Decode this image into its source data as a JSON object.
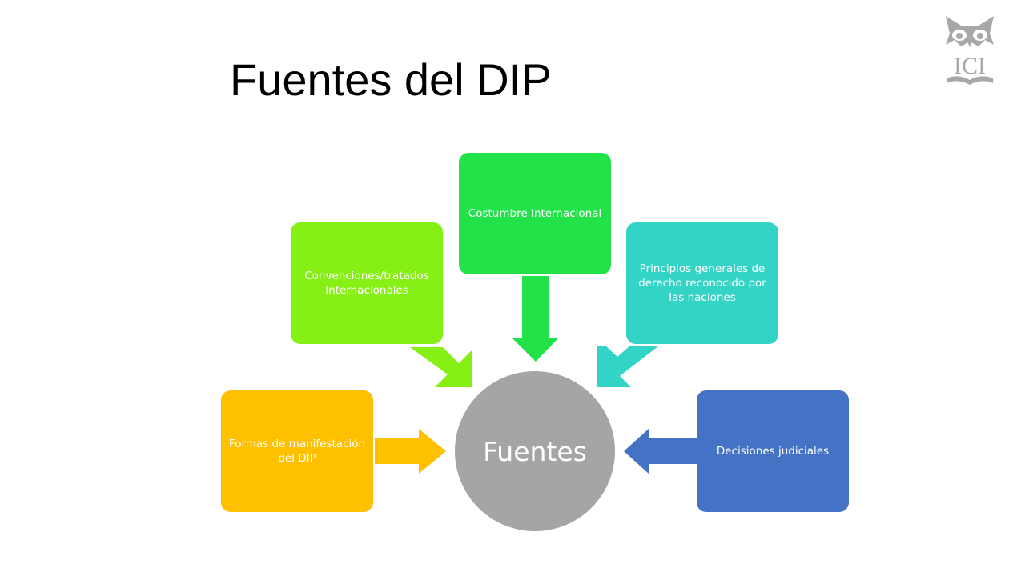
{
  "title": "Fuentes del DIP",
  "logo": {
    "text": "ICI",
    "icon": "owl-book-logo"
  },
  "diagram": {
    "center": "Fuentes",
    "sources": [
      {
        "label": "Formas de manifestación del DIP",
        "color": "#ffc000"
      },
      {
        "label": "Convenciones/tratados Internacionales",
        "color": "#86ef14"
      },
      {
        "label": "Costumbre Internacional",
        "color": "#22e24a"
      },
      {
        "label": "Principios generales de derecho reconocido por las naciones",
        "color": "#33d3c5"
      },
      {
        "label": "Decisiones judiciales",
        "color": "#4472c4"
      }
    ],
    "center_color": "#a5a5a5"
  }
}
